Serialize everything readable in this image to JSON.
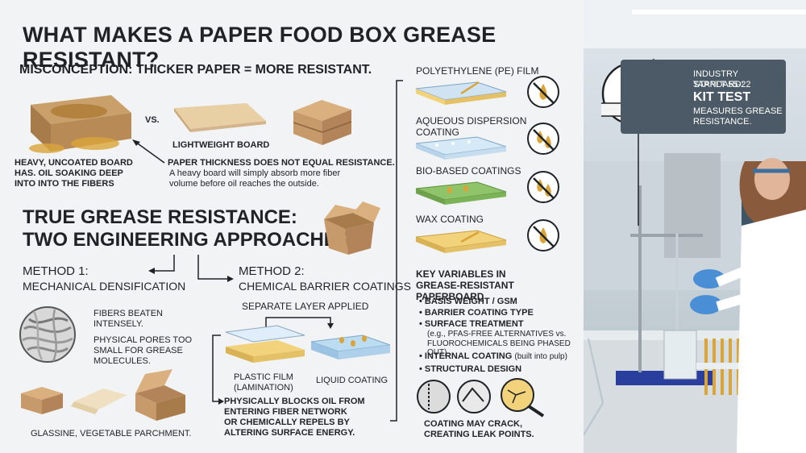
{
  "title": "WHAT MAKES A PAPER FOOD BOX GREASE RESISTANT?",
  "misconception": {
    "heading": "MISCONCEPTION: THICKER PAPER = MORE RESISTANT.",
    "vs": "VS.",
    "heavy_caption_1": "HEAVY, UNCOATED BOARD",
    "heavy_caption_2": "HAS. OIL SOAKING DEEP",
    "heavy_caption_3": "INTO INTO THE FIBERS",
    "light_caption": "LIGHTWEIGHT BOARD",
    "note_title": "PAPER THICKNESS DOES NOT EQUAL RESISTANCE.",
    "note_body_1": "A heavy board will simply absorb more fiber",
    "note_body_2": "volume before oil reaches the outside."
  },
  "true_resistance": {
    "heading_1": "TRUE GREASE RESISTANCE:",
    "heading_2": "TWO ENGINEERING APPROACHES"
  },
  "method1": {
    "label": "METHOD 1:",
    "name": "MECHANICAL DENSIFICATION",
    "desc_1a": "FIBERS BEATEN",
    "desc_1b": "INTENSELY.",
    "desc_2a": "PHYSICAL PORES TOO",
    "desc_2b": "SMALL FOR GREASE",
    "desc_2c": "MOLECULES.",
    "examples": "GLASSINE, VEGETABLE PARCHMENT."
  },
  "method2": {
    "label": "METHOD 2:",
    "name": "CHEMICAL BARRIER COATINGS",
    "layer": "SEPARATE LAYER APPLIED",
    "plastic_1": "PLASTIC FILM",
    "plastic_2": "(LAMINATION)",
    "liquid": "LIQUID COATING",
    "result_1": "PHYSICALLY BLOCKS OIL FROM",
    "result_2": "ENTERING FIBER NETWORK",
    "result_3": "OR CHEMICALLY REPELS BY",
    "result_4": "ALTERING SURFACE ENERGY."
  },
  "coatings": [
    {
      "label_1": "POLYETHYLENE (PE) FILM",
      "label_2": "",
      "color": "#cfe3f2"
    },
    {
      "label_1": "AQUEOUS DISPERSION",
      "label_2": "COATING",
      "color": "#d6e9f7"
    },
    {
      "label_1": "BIO-BASED COATINGS",
      "label_2": "",
      "color": "#8fc46a"
    },
    {
      "label_1": "WAX COATING",
      "label_2": "",
      "color": "#f2d27a"
    }
  ],
  "variables": {
    "heading_1": "KEY VARIABLES IN",
    "heading_2": "GREASE-RESISTANT PAPERBOARD",
    "items": [
      "BASIS WEIGHT / GSM",
      "BARRIER COATING TYPE",
      "SURFACE TREATMENT"
    ],
    "surface_note_1": "(e.g., PFAS-FREE ALTERNATIVES vs.",
    "surface_note_2": "FLUOROCHEMICALS BEING PHASED OUT)",
    "internal": "INTERNAL COATING",
    "internal_note": "(built into pulp)",
    "structural": "STRUCTURAL DESIGN",
    "warning_1": "COATING MAY CRACK,",
    "warning_2": "CREATING LEAK POINTS."
  },
  "standard": {
    "line1": "INDUSTRY STANDARD:",
    "line2": "TAPPI T 55-22",
    "line3": "KIT TEST",
    "line4": "MEASURES GREASE",
    "line5": "RESISTANCE."
  },
  "colors": {
    "oil": "#d9a43a",
    "kraft": "#c69a6a",
    "dark": "#1f2326",
    "no_red": "#1f2326"
  }
}
